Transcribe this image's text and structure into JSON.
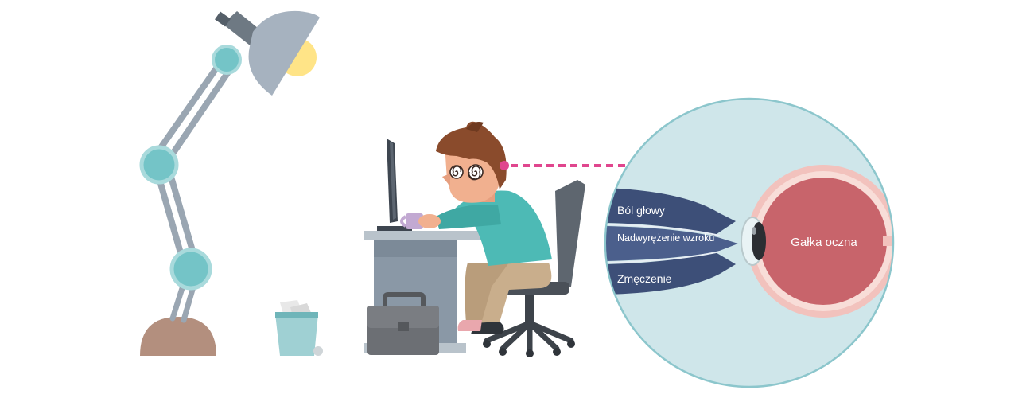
{
  "diagram": {
    "symptoms": [
      {
        "label": "Ból głowy"
      },
      {
        "label": "Nadwyrężenie wzroku"
      },
      {
        "label": "Zmęczenie"
      }
    ],
    "eyeball_label": "Gałka oczna"
  },
  "colors": {
    "circle_fill": "#cfe6ea",
    "circle_stroke": "#8cc6cc",
    "arrow_navy": "#3d4f78",
    "arrow_mid": "#5a6f9a",
    "eyeball_red": "#c8646b",
    "eyeball_pink": "#f2c2bd",
    "gaze_line": "#e0468e",
    "lamp_metal": "#9aa6b2",
    "lamp_joint": "#74c4c7",
    "lamp_base": "#b38f7e",
    "lamp_bulb": "#ffe487",
    "desk_top": "#b9c3cb",
    "desk_body": "#8a98a6",
    "shirt": "#4dbab5",
    "trousers": "#c9ae8c",
    "hair": "#8a4b2c",
    "skin": "#f1b08f",
    "bin": "#9fd0d3"
  },
  "icons": [
    "desk-lamp-icon",
    "wastebasket-icon",
    "briefcase-icon",
    "office-chair-icon",
    "monitor-icon",
    "mug-icon"
  ]
}
